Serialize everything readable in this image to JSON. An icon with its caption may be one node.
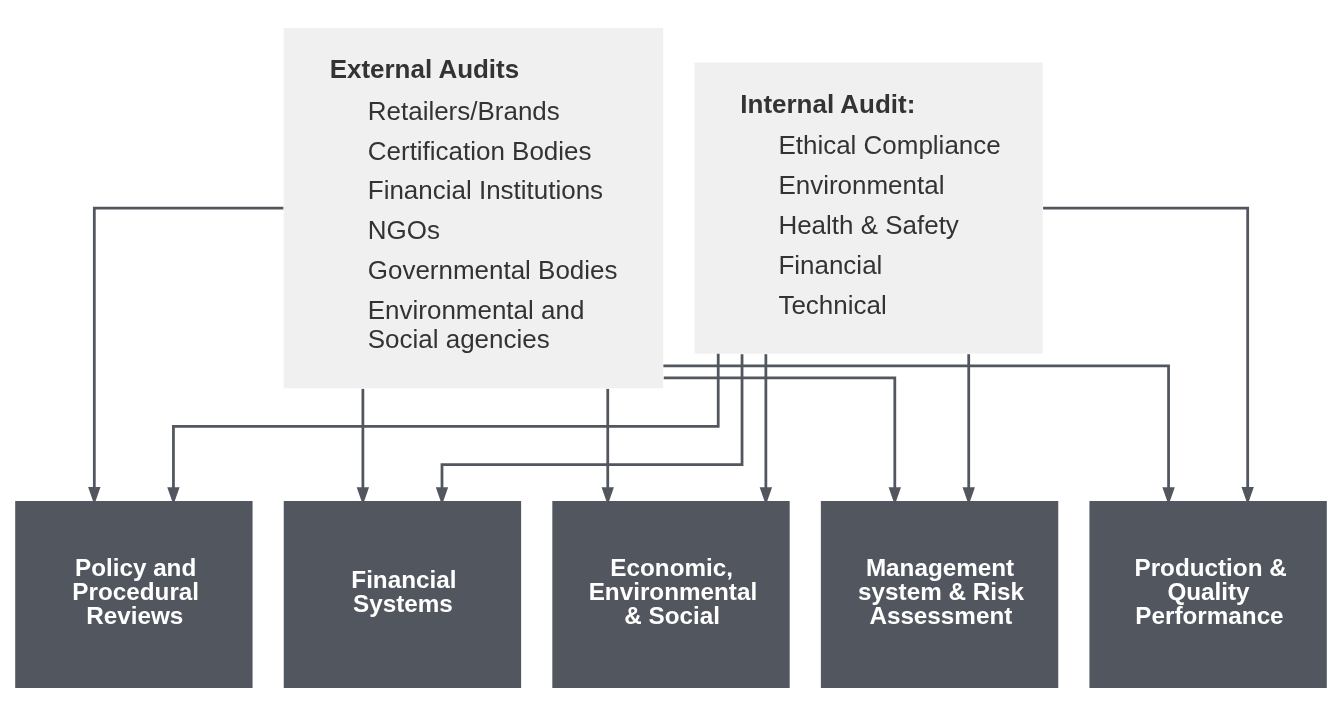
{
  "diagram": {
    "nodes": [
      {
        "text": [
          "External Audits",
          "Retailers/Brands",
          "Certification Bodies",
          "Financial Institutions",
          "NGOs",
          "Governmental Bodies",
          "Environmental and Social agencies"
        ]
      },
      {
        "text": [
          "Internal Audit:",
          "Ethical Compliance",
          "Environmental",
          "Health & Safety",
          "Financial",
          "Technical"
        ]
      },
      {
        "text": [
          "Policy and Procedural Reviews"
        ]
      },
      {
        "text": [
          "Financial Systems"
        ]
      },
      {
        "text": [
          "Economic, Environmental & Social"
        ]
      },
      {
        "text": [
          "Management system & Risk Assessment"
        ]
      },
      {
        "text": [
          "Production & Quality Performance"
        ]
      }
    ],
    "edges": [
      {
        "from": 0,
        "to": 2,
        "arrow": "to"
      },
      {
        "from": 0,
        "to": 3,
        "arrow": "to"
      },
      {
        "from": 0,
        "to": 4,
        "arrow": "to"
      },
      {
        "from": 0,
        "to": 5,
        "arrow": "to"
      },
      {
        "from": 0,
        "to": 6,
        "arrow": "to"
      },
      {
        "from": 1,
        "to": 2,
        "arrow": "to"
      },
      {
        "from": 1,
        "to": 3,
        "arrow": "to"
      },
      {
        "from": 1,
        "to": 4,
        "arrow": "to"
      },
      {
        "from": 1,
        "to": 5,
        "arrow": "to"
      },
      {
        "from": 1,
        "to": 6,
        "arrow": "to"
      }
    ]
  }
}
